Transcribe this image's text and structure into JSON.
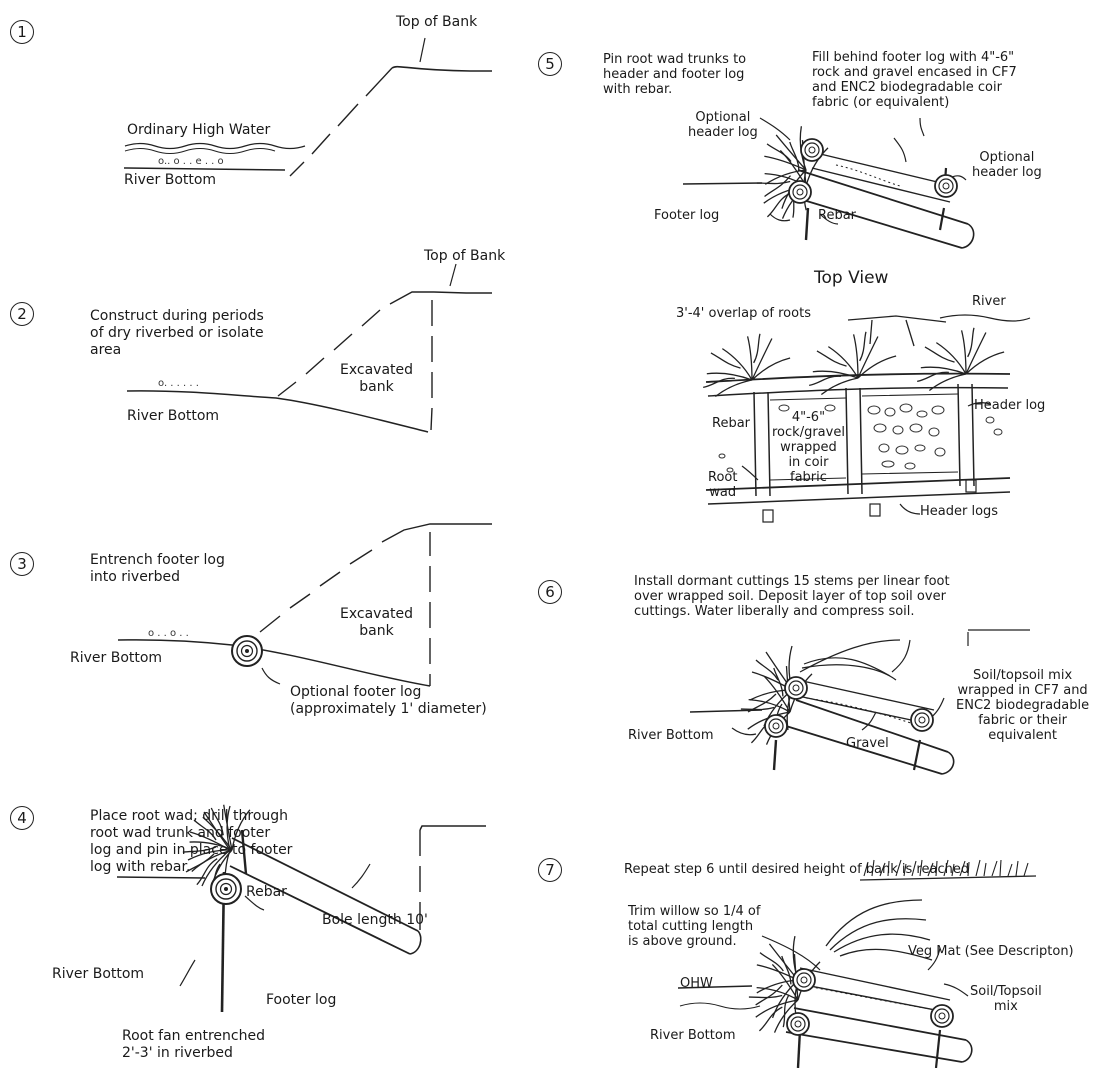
{
  "diagram": {
    "steps": [
      {
        "number": "1",
        "labels": {
          "top_of_bank": "Top of Bank",
          "ordinary_high_water": "Ordinary High Water",
          "river_bottom": "River Bottom"
        }
      },
      {
        "number": "2",
        "note": "Construct during periods\nof dry riverbed or isolate\narea",
        "labels": {
          "top_of_bank": "Top of Bank",
          "excavated_bank": "Excavated\nbank",
          "river_bottom": "River Bottom"
        }
      },
      {
        "number": "3",
        "note": "Entrench footer log\ninto riverbed",
        "labels": {
          "excavated_bank": "Excavated\nbank",
          "river_bottom": "River Bottom",
          "optional_footer_log": "Optional footer log\n(approximately 1' diameter)"
        }
      },
      {
        "number": "4",
        "note": "Place root wad; drill through\nroot wad trunk and footer\nlog and pin in place to footer\nlog with rebar.",
        "labels": {
          "rebar": "Rebar",
          "bole_length": "Bole length 10'",
          "river_bottom": "River Bottom",
          "footer_log": "Footer log",
          "root_fan": "Root fan entrenched\n2'-3' in riverbed"
        }
      },
      {
        "number": "5",
        "note_left": "Pin root wad trunks to\nheader and footer log\nwith rebar.",
        "note_right": "Fill behind footer log with 4\"-6\"\nrock and gravel encased in CF7\nand ENC2 biodegradable coir\nfabric (or equivalent)",
        "labels": {
          "optional_header_log_left": "Optional\nheader log",
          "optional_header_log_right": "Optional\nheader log",
          "footer_log": "Footer log",
          "rebar": "Rebar"
        }
      },
      {
        "title": "Top View",
        "labels": {
          "overlap": "3'-4' overlap of roots",
          "river": "River",
          "rebar": "Rebar",
          "fill": "4\"-6\"\nrock/gravel\nwrapped\nin coir\nfabric",
          "root_wad": "Root\nwad",
          "header_log": "Header log",
          "header_logs": "Header logs"
        }
      },
      {
        "number": "6",
        "note": "Install dormant cuttings 15 stems per linear foot\nover wrapped soil. Deposit layer of top soil over\ncuttings. Water liberally and compress soil.",
        "labels": {
          "soil_mix": "Soil/topsoil mix\nwrapped in CF7 and\nENC2 biodegradable\nfabric or their\nequivalent",
          "river_bottom": "River Bottom",
          "gravel": "Gravel"
        }
      },
      {
        "number": "7",
        "note": "Repeat step 6 until desired height of bank is reached",
        "labels": {
          "trim": "Trim willow so 1/4 of\ntotal cutting length\nis above ground.",
          "veg_mat": "Veg Mat (See Descripton)",
          "ohw": "OHW",
          "soil_topsoil": "Soil/Topsoil\nmix",
          "river_bottom": "River Bottom"
        }
      }
    ]
  }
}
